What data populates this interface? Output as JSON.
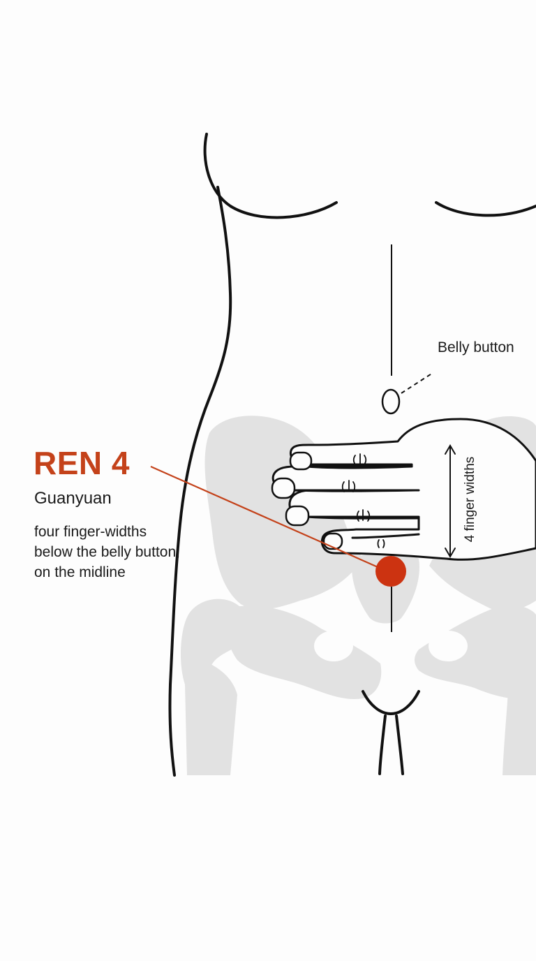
{
  "point": {
    "code": "REN 4",
    "name": "Guanyuan",
    "description": "four finger-widths below the belly button, on the midline"
  },
  "labels": {
    "belly_button": "Belly button",
    "measurement": "4 finger widths"
  },
  "colors": {
    "accent": "#c4421a",
    "point_fill": "#cc3311",
    "bone": "#e2e2e2",
    "outline": "#111111"
  }
}
